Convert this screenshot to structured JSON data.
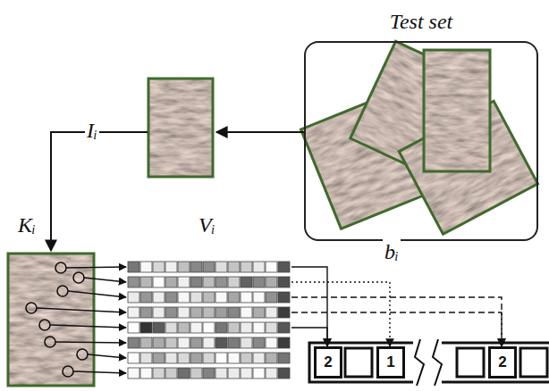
{
  "diagram": {
    "nodes": [
      {
        "text": [
          "Test set"
        ]
      },
      {
        "text": [
          "2"
        ]
      },
      {
        "text": [
          "1"
        ]
      },
      {
        "text": [
          "2"
        ]
      }
    ],
    "labels": [
      "Iᵢ",
      "Kᵢ",
      "Vᵢ",
      "bᵢ"
    ]
  }
}
